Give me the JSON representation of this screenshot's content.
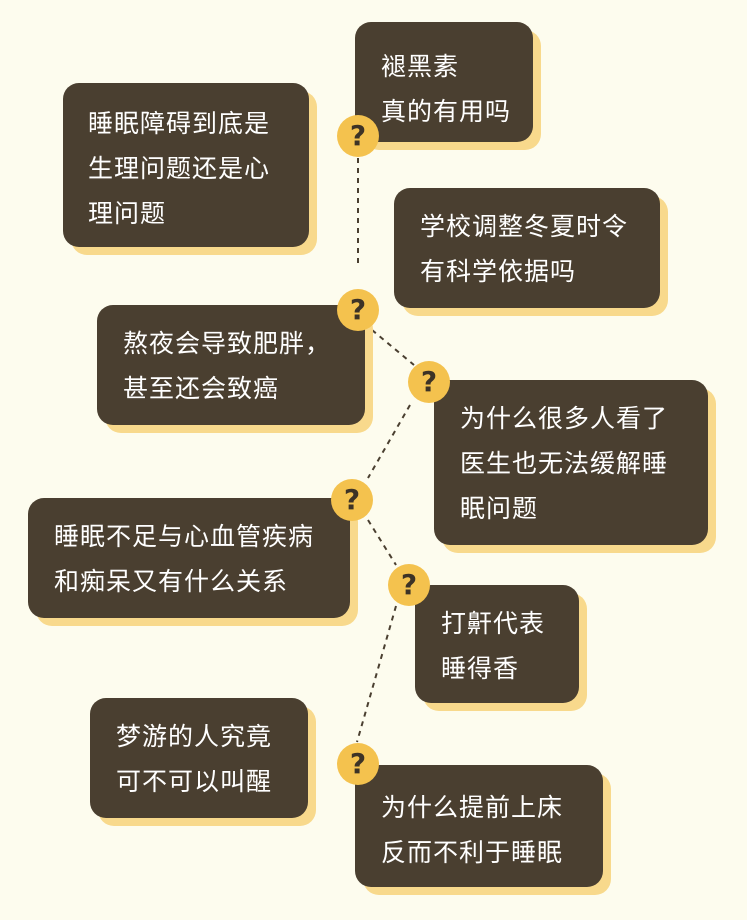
{
  "questions": [
    {
      "id": "melatonin",
      "text": "褪黑素\n真的有用吗"
    },
    {
      "id": "sleep-disorder",
      "text": "睡眠障碍到底是\n生理问题还是心\n理问题"
    },
    {
      "id": "dst",
      "text": "学校调整冬夏时令\n有科学依据吗"
    },
    {
      "id": "stay-up",
      "text": "熬夜会导致肥胖，\n甚至还会致癌"
    },
    {
      "id": "doctor",
      "text": "为什么很多人看了\n医生也无法缓解睡\n眠问题"
    },
    {
      "id": "dementia",
      "text": "睡眠不足与心血管疾病\n和痴呆又有什么关系"
    },
    {
      "id": "snoring",
      "text": "打鼾代表\n睡得香"
    },
    {
      "id": "sleepwalk",
      "text": "梦游的人究竟\n可不可以叫醒"
    },
    {
      "id": "early-bed",
      "text": "为什么提前上床\n反而不利于睡眠"
    }
  ],
  "question_mark": "?",
  "colors": {
    "background": "#fdfcee",
    "card": "#4a3f30",
    "card_shadow": "#f8d98c",
    "question_circle": "#f4c24e",
    "question_text": "#3d3326",
    "connector": "#4a3f30"
  }
}
